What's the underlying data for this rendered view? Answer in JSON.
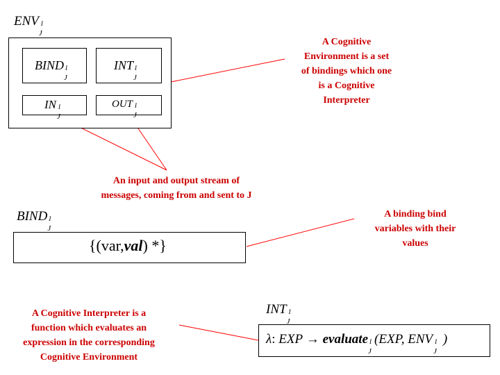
{
  "env_block": {
    "title": {
      "base": "ENV",
      "sub": "J",
      "sup": "I"
    },
    "bind_box": {
      "base": "BIND",
      "sub": "J",
      "sup": "I"
    },
    "int_box": {
      "base": "INT",
      "sub": "J",
      "sup": "I"
    },
    "in_box": {
      "base": "IN",
      "sub": "J",
      "sup": "I"
    },
    "out_box": {
      "base": "OUT",
      "sub": "J",
      "sup": "I"
    }
  },
  "bind_block": {
    "title": {
      "base": "BIND",
      "sub": "J",
      "sup": "I"
    },
    "formula": {
      "open": "{(",
      "var": "var,",
      "val": "val",
      "close": ") *}"
    }
  },
  "int_block": {
    "title": {
      "base": "INT",
      "sub": "J",
      "sup": "I"
    },
    "formula": {
      "lambda": "λ",
      "colon": ": ",
      "exp": "EXP",
      "arrow": " → ",
      "evaluate": "evaluate",
      "eval_sub": "J",
      "eval_sup": "I",
      "args_open": "(EXP, ",
      "env": "ENV",
      "env_sub": "J",
      "env_sup": "I",
      "args_close": " )"
    }
  },
  "annotations": {
    "cognitive_environment": [
      "A Cognitive",
      "Environment is a set",
      "of bindings which one",
      "is a Cognitive",
      "Interpreter"
    ],
    "io_stream": [
      "An input and output stream of",
      "messages, coming from and sent to J"
    ],
    "binding": [
      "A binding bind",
      "variables with their",
      "values"
    ],
    "interpreter": [
      "A Cognitive Interpreter is a",
      "function which evaluates an",
      "expression in the corresponding",
      "Cognitive Environment"
    ]
  },
  "colors": {
    "annotation": "#cc0000",
    "connector": "#ff0000",
    "box_border": "#000000"
  }
}
